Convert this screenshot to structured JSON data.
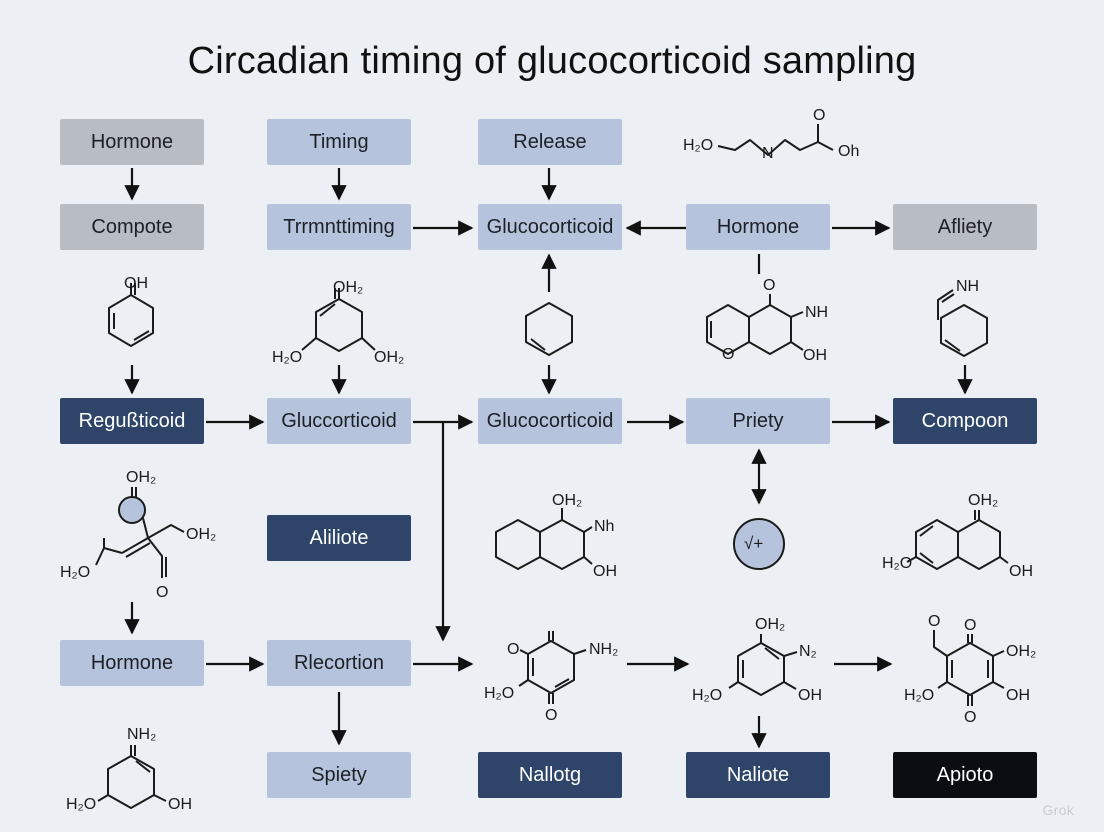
{
  "title": "Circadian timing of glucocorticoid sampling",
  "boxes": {
    "hormone_1": "Hormone",
    "timing": "Timing",
    "release": "Release",
    "compote": "Compote",
    "trrmnttiming": "Trrmnttiming",
    "glucocorticoid_top": "Glucocorticoid",
    "hormone_2": "Hormone",
    "afliety": "Afliety",
    "reguticoid": "Regußticoid",
    "gluccorticoid": "Gluccorticoid",
    "glucocorticoid_mid": "Glucocorticoid",
    "priety": "Priety",
    "compoon": "Compoon",
    "aliliote": "Aliliote",
    "hormone_3": "Hormone",
    "rlecortion": "Rlecortion",
    "spiety": "Spiety",
    "nallotg": "Nallotg",
    "naliote": "Naliote",
    "apioto": "Apiotο"
  },
  "chem_labels": {
    "top_h2o": "H₂O",
    "top_n": "N",
    "top_o": "O",
    "top_oh": "Oh",
    "c1_oh": "OH",
    "c2_oh2": "OH₂",
    "c2_h2o": "H₂O",
    "c2_oh2b": "OH₂",
    "c4_o": "O",
    "c4_nh": "NH",
    "c4_o2": "O",
    "c4_oh": "OH",
    "c5_nh": "NH",
    "r3a_oh2": "OH₂",
    "r3a_oh2b": "OH₂",
    "r3a_h2o": "H₂O",
    "r3a_o": "O",
    "r3c_oh2": "OH₂",
    "r3c_nh": "Nh",
    "r3c_oh": "OH",
    "circle_symbol": "√+",
    "r3e_oh2": "OH₂",
    "r3e_h2o": "H₂O",
    "r3e_oh": "OH",
    "q_o1": "O",
    "q_nh2": "NH₂",
    "q_h2o": "H₂O",
    "q_o2": "O",
    "q2_oh2": "OH₂",
    "q2_n2": "N₂",
    "q2_h2o": "H₂O",
    "q2_oh": "OH",
    "q3_o1": "O",
    "q3_o2": "O",
    "q3_oh2": "OH₂",
    "q3_h2o": "H₂O",
    "q3_oh": "OH",
    "q3_o3": "O",
    "b_nh2": "NH₂",
    "b_h2o": "H₂O",
    "b_oh": "OH"
  },
  "watermark": "Grok",
  "colors": {
    "background": "#eceff4",
    "gray_box": "#b8bcc3",
    "light_blue_box": "#b5c4dc",
    "dark_navy_box": "#2e4468",
    "black_box": "#0b0d12",
    "circle_fill": "#b5c4dc"
  }
}
